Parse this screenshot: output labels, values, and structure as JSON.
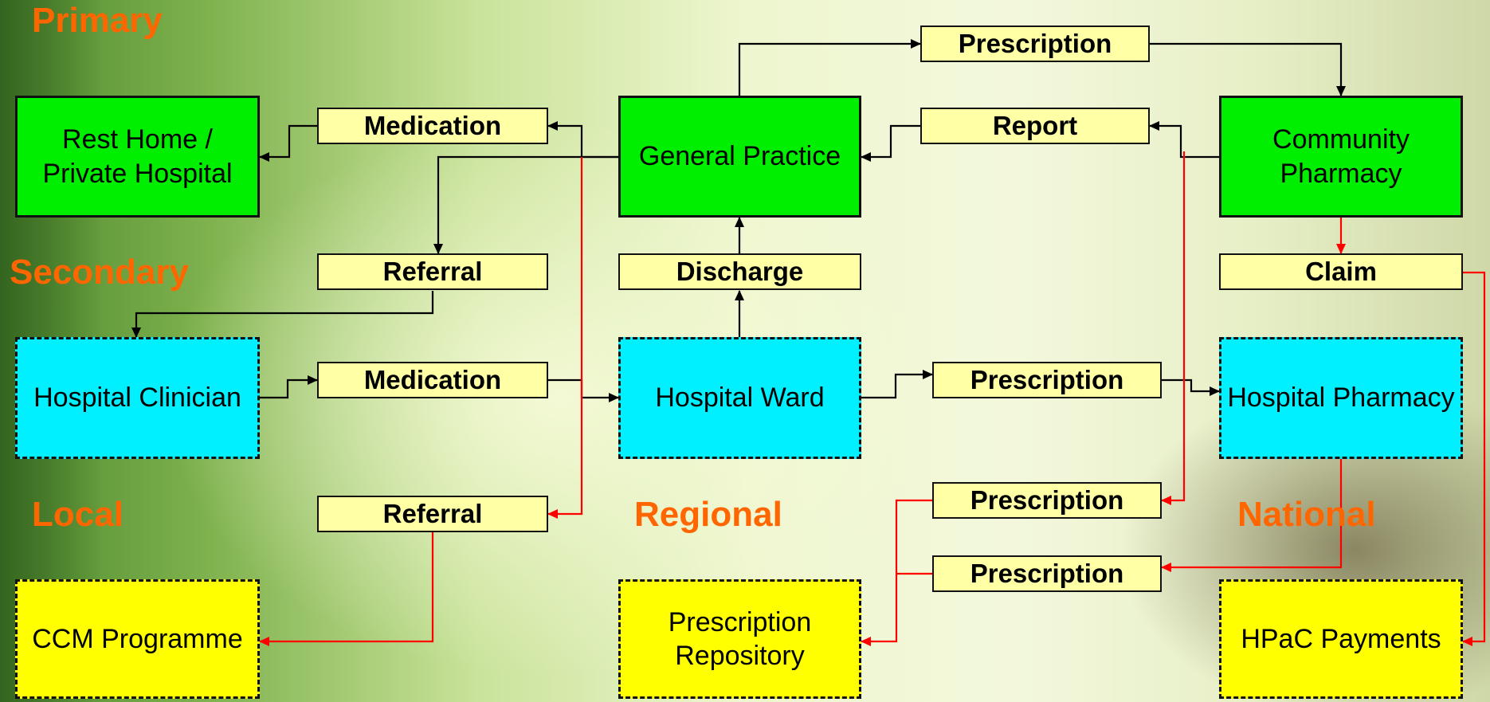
{
  "levels": {
    "primary": "Primary",
    "secondary": "Secondary",
    "local": "Local",
    "regional": "Regional",
    "national": "National"
  },
  "nodes": {
    "rest_home": "Rest Home / Private Hospital",
    "general_practice": "General Practice",
    "community_pharmacy": "Community Pharmacy",
    "hospital_clinician": "Hospital Clinician",
    "hospital_ward": "Hospital Ward",
    "hospital_pharmacy": "Hospital Pharmacy",
    "ccm_programme": "CCM Programme",
    "prescription_repository": "Prescription Repository",
    "hpac_payments": "HPaC Payments"
  },
  "flows": {
    "prescription_top": "Prescription",
    "medication_top": "Medication",
    "report": "Report",
    "referral_secondary": "Referral",
    "discharge": "Discharge",
    "claim": "Claim",
    "medication_mid": "Medication",
    "prescription_mid": "Prescription",
    "prescription_low1": "Prescription",
    "referral_local": "Referral",
    "prescription_low2": "Prescription"
  },
  "colors": {
    "primary_node": "#00ee00",
    "secondary_node": "#00f0ff",
    "national_node": "#ffff00",
    "flow_label": "#ffffa6",
    "level_text": "#ff6600",
    "connector_black": "#000000",
    "connector_red": "#ff0000"
  }
}
